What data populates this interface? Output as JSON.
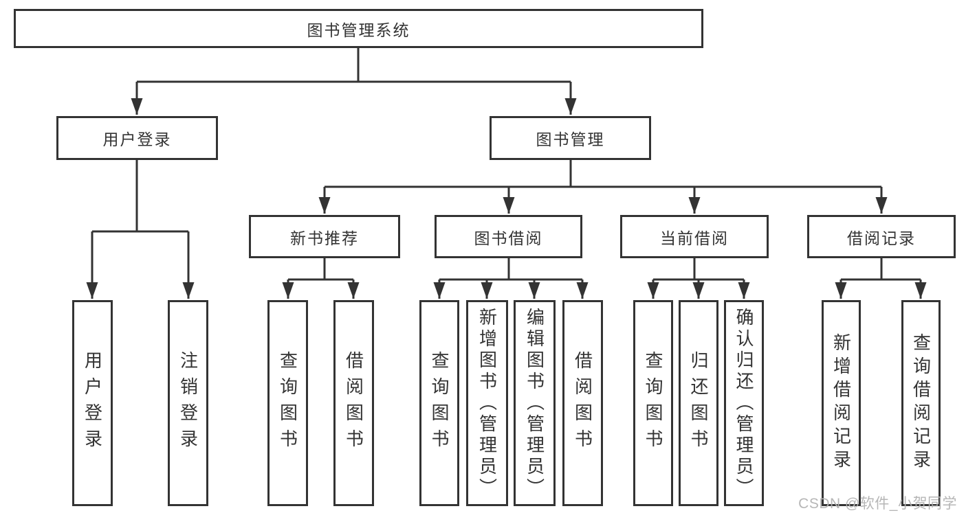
{
  "colors": {
    "line": "#333333",
    "text": "#333333",
    "box-bg": "#ffffff",
    "watermark": "#b3b3b3",
    "page-bg": "#ffffff"
  },
  "watermark": "CSDN @软件_小贺同学",
  "chart_data": {
    "type": "tree-diagram",
    "title": "图书管理系统"
  },
  "tree": {
    "label": "图书管理系统",
    "children": [
      {
        "label": "用户登录",
        "children": [
          {
            "label": "用户登录"
          },
          {
            "label": "注销登录"
          }
        ]
      },
      {
        "label": "图书管理",
        "children": [
          {
            "label": "新书推荐",
            "children": [
              {
                "label": "查询图书"
              },
              {
                "label": "借阅图书"
              }
            ]
          },
          {
            "label": "图书借阅",
            "children": [
              {
                "label": "查询图书"
              },
              {
                "label": "新增图书（管理员）"
              },
              {
                "label": "编辑图书（管理员）"
              },
              {
                "label": "借阅图书"
              }
            ]
          },
          {
            "label": "当前借阅",
            "children": [
              {
                "label": "查询图书"
              },
              {
                "label": "归还图书"
              },
              {
                "label": "确认归还（管理员）"
              }
            ]
          },
          {
            "label": "借阅记录",
            "children": [
              {
                "label": "新增借阅记录"
              },
              {
                "label": "查询借阅记录"
              }
            ]
          }
        ]
      }
    ]
  }
}
